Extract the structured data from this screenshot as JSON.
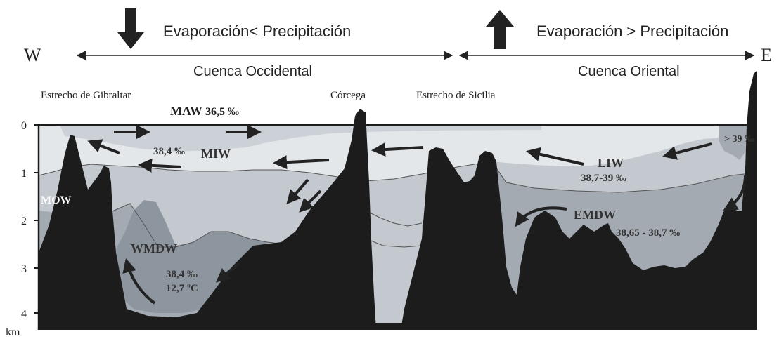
{
  "header": {
    "west_letter": "W",
    "east_letter": "E",
    "left_balance": "Evaporación< Precipitación",
    "right_balance": "Evaporación > Precipitación",
    "left_basin": "Cuenca Occidental",
    "right_basin": "Cuenca Oriental"
  },
  "places": {
    "gibraltar": "Estrecho de Gibraltar",
    "corsica": "Córcega",
    "sicily": "Estrecho de Sicilia"
  },
  "water_masses": {
    "maw": "MAW",
    "maw_salinity": "36,5 ‰",
    "miw_salinity": "38,4 ‰",
    "miw": "MIW",
    "mow": "MOW",
    "wmdw": "WMDW",
    "wmdw_salinity": "38,4 ‰",
    "wmdw_temp": "12,7 ºC",
    "liw": "LIW",
    "liw_salinity": "38,7-39 ‰",
    "emdw": "EMDW",
    "emdw_salinity": "38,65 - 38,7 ‰",
    "east_surface": "> 39 ‰"
  },
  "depth_axis": {
    "unit": "km",
    "ticks": [
      "0",
      "1",
      "2",
      "3",
      "4"
    ]
  },
  "colors": {
    "surface_layer": "#e4e7ea",
    "intermediate_layer": "#c3c9cf",
    "deep_layer": "#a3aab2",
    "deep_core": "#8d959e",
    "seafloor": "#1c1c1c"
  }
}
